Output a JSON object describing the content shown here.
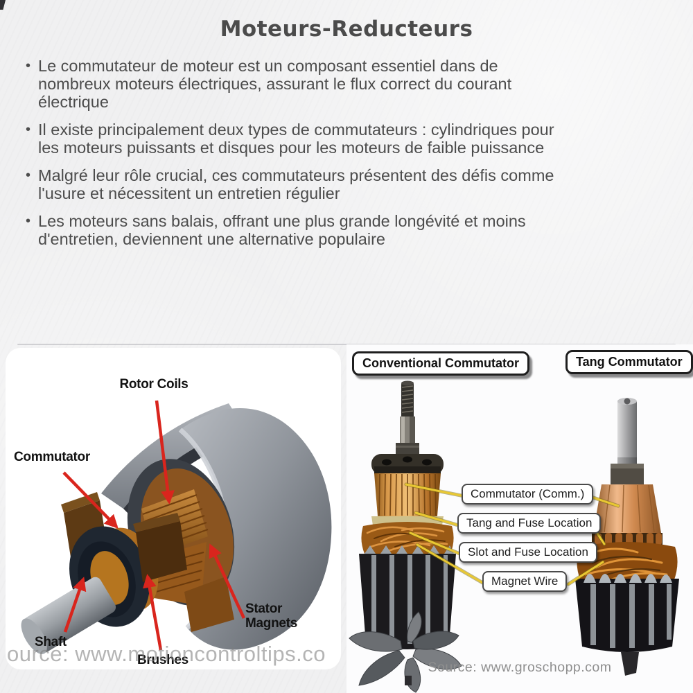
{
  "slide": {
    "title": "Moteurs-Reducteurs",
    "bullets": [
      "Le commutateur de moteur est un composant essentiel dans de\nnombreux moteurs électriques, assurant le flux correct du courant\nélectrique",
      "Il existe principalement deux types de commutateurs : cylindriques pour\nles moteurs puissants et disques pour les moteurs de faible puissance",
      "Malgré leur rôle crucial, ces commutateurs présentent des défis comme\nl'usure et nécessitent un entretien régulier",
      "Les moteurs sans balais, offrant une plus grande longévité et moins\nd'entretien, deviennent une alternative populaire"
    ]
  },
  "motor_diagram": {
    "labels": {
      "rotor_coils": "Rotor Coils",
      "commutator": "Commutator",
      "shaft": "Shaft",
      "brushes": "Brushes",
      "stator_magnets": "Stator Magnets"
    },
    "watermark": "ource: www.motioncontroltips.co"
  },
  "commutator_figure": {
    "badges": {
      "conventional": "Conventional Commutator",
      "tang": "Tang Commutator"
    },
    "callouts": [
      "Commutator (Comm.)",
      "Tang and Fuse Location",
      "Slot and Fuse Location",
      "Magnet Wire"
    ],
    "source": "Source: www.groschopp.com"
  },
  "colors": {
    "accent_red": "#d9251d",
    "callout_line": "#e9c832",
    "body_text": "#4c4c4c",
    "copper": "#b4722e"
  }
}
